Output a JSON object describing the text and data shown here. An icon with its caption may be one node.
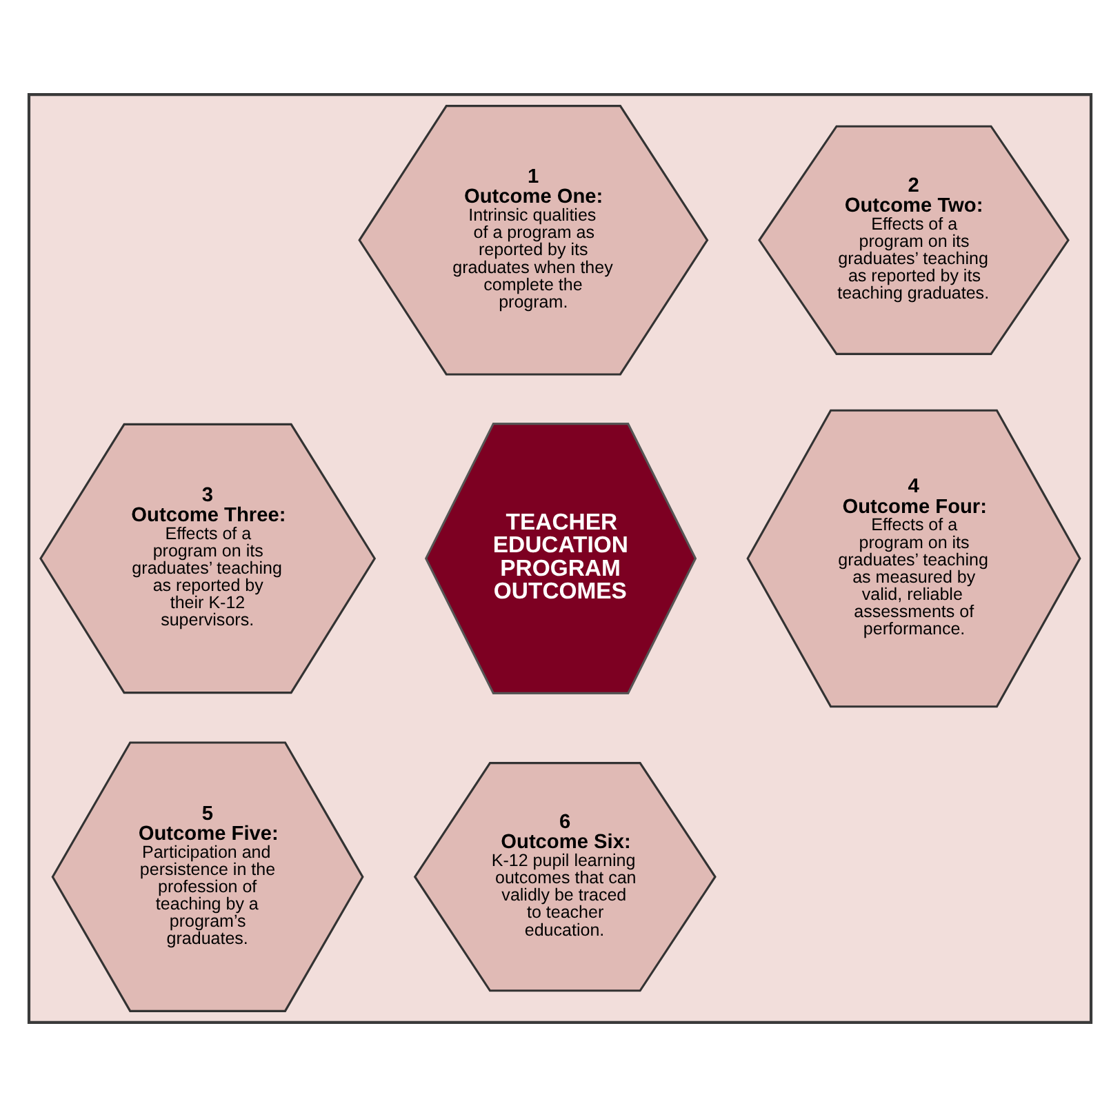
{
  "diagram": {
    "nodes": [
      {
        "text": [],
        "shape": "hexagon"
      },
      {
        "text": [
          "1",
          "Outcome One:",
          "Intrinsic qualities of a program as reported by its graduates when they complete the program."
        ],
        "in": 0
      },
      {
        "text": [
          "2",
          "Outcome Two:",
          "Effects of a program on its graduates’ teaching as reported by its teaching graduates."
        ],
        "in": 0
      },
      {
        "text": [
          "3",
          "Outcome Three:",
          "Effects of a program on its graduates’ teaching as reported by their K-12 supervisors."
        ],
        "in": 0
      },
      {
        "text": [
          "TEACHER EDUCATION PROGRAM OUTCOMES"
        ],
        "in": 0
      },
      {
        "text": [
          "4",
          "Outcome Four:",
          "Effects of a program on its graduates’ teaching as measured by valid, reliable assessments of performance."
        ],
        "in": 0
      },
      {
        "text": [
          "5",
          "Outcome Five:",
          "Participation and persistence in the profession of teaching by a program’s graduates."
        ],
        "in": 0
      },
      {
        "text": [
          "6",
          "Outcome Six:",
          "K-12 pupil learning outcomes that can validly be traced to teacher education."
        ],
        "in": 0
      }
    ],
    "edges": []
  }
}
